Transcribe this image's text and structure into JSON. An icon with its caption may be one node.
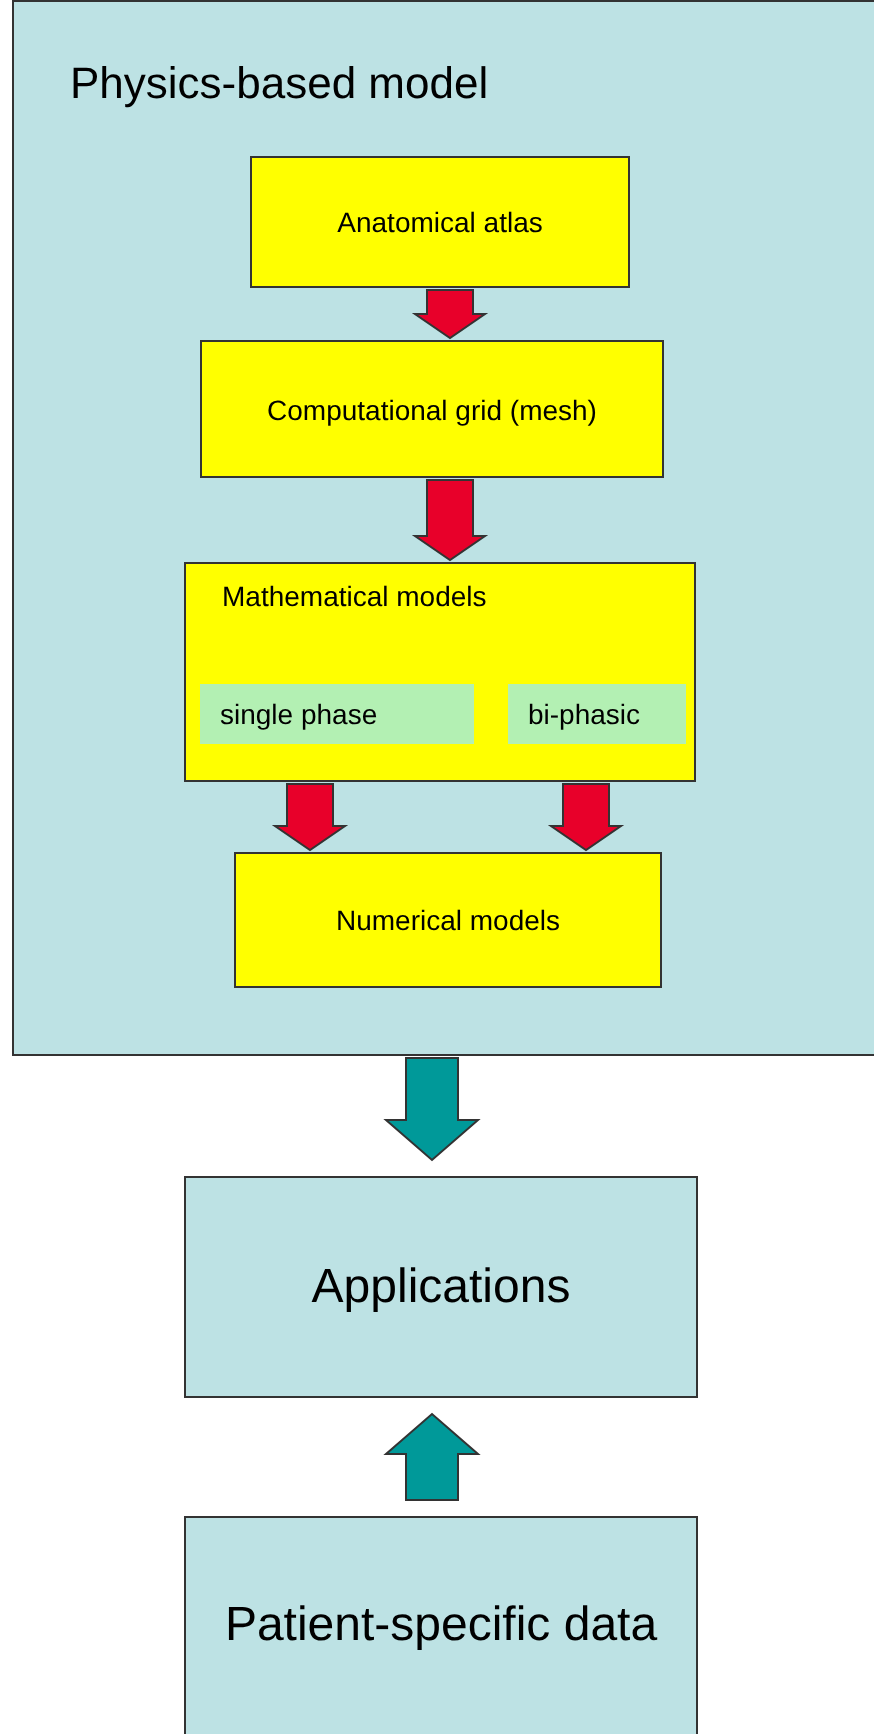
{
  "diagram": {
    "nodes": [
      {
        "text": [
          "Physics-based model"
        ]
      },
      {
        "text": [
          "Anatomical atlas"
        ],
        "in": 0
      },
      {
        "text": [
          "Computational grid (mesh)"
        ],
        "in": 0
      },
      {
        "text": [
          "Mathematical models"
        ],
        "in": 0
      },
      {
        "text": [
          "single phase"
        ],
        "in": 3
      },
      {
        "text": [
          "bi-phasic"
        ],
        "in": 3
      },
      {
        "text": [
          "Numerical models"
        ],
        "in": 0
      },
      {
        "text": [
          "Applications"
        ]
      },
      {
        "text": [
          "Patient-specific data"
        ]
      }
    ],
    "edges": [
      {
        "from": 1,
        "to": 2,
        "arrow": "to",
        "style": "thick"
      },
      {
        "from": 2,
        "to": 3,
        "arrow": "to",
        "style": "thick"
      },
      {
        "from": 3,
        "to": 6,
        "arrow": "to",
        "style": "thick"
      },
      {
        "from": 3,
        "to": 6,
        "arrow": "to",
        "style": "thick"
      },
      {
        "from": 0,
        "to": 7,
        "arrow": "to",
        "style": "thick",
        "color": "#009999"
      },
      {
        "from": 8,
        "to": 7,
        "arrow": "to",
        "style": "thick",
        "color": "#009999"
      }
    ]
  }
}
